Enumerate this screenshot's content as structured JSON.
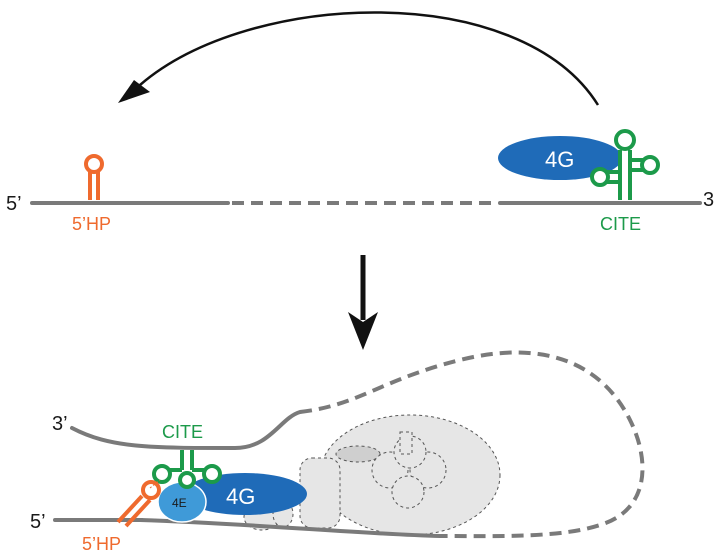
{
  "labels": {
    "top_five_prime": "5’",
    "top_three_prime": "3",
    "top_5hp": "5’HP",
    "top_4g": "4G",
    "top_cite": "CITE",
    "bottom_three_prime": "3’",
    "bottom_five_prime": "5’",
    "bottom_cite": "CITE",
    "bottom_4g": "4G",
    "bottom_4e": "4E",
    "bottom_5hp": "5’HP"
  },
  "colors": {
    "rna": "#7a7a7a",
    "hairpin_5hp": "#ef6a2e",
    "cite": "#1c9a4a",
    "factor_4g": "#1f6bb8",
    "factor_4e": "#3f9ad8",
    "ribosome": "#e6e6e6",
    "arrow": "#111111"
  },
  "icons": {
    "curved_arrow": "curved-arrow-icon",
    "down_arrow": "down-arrow-icon"
  }
}
